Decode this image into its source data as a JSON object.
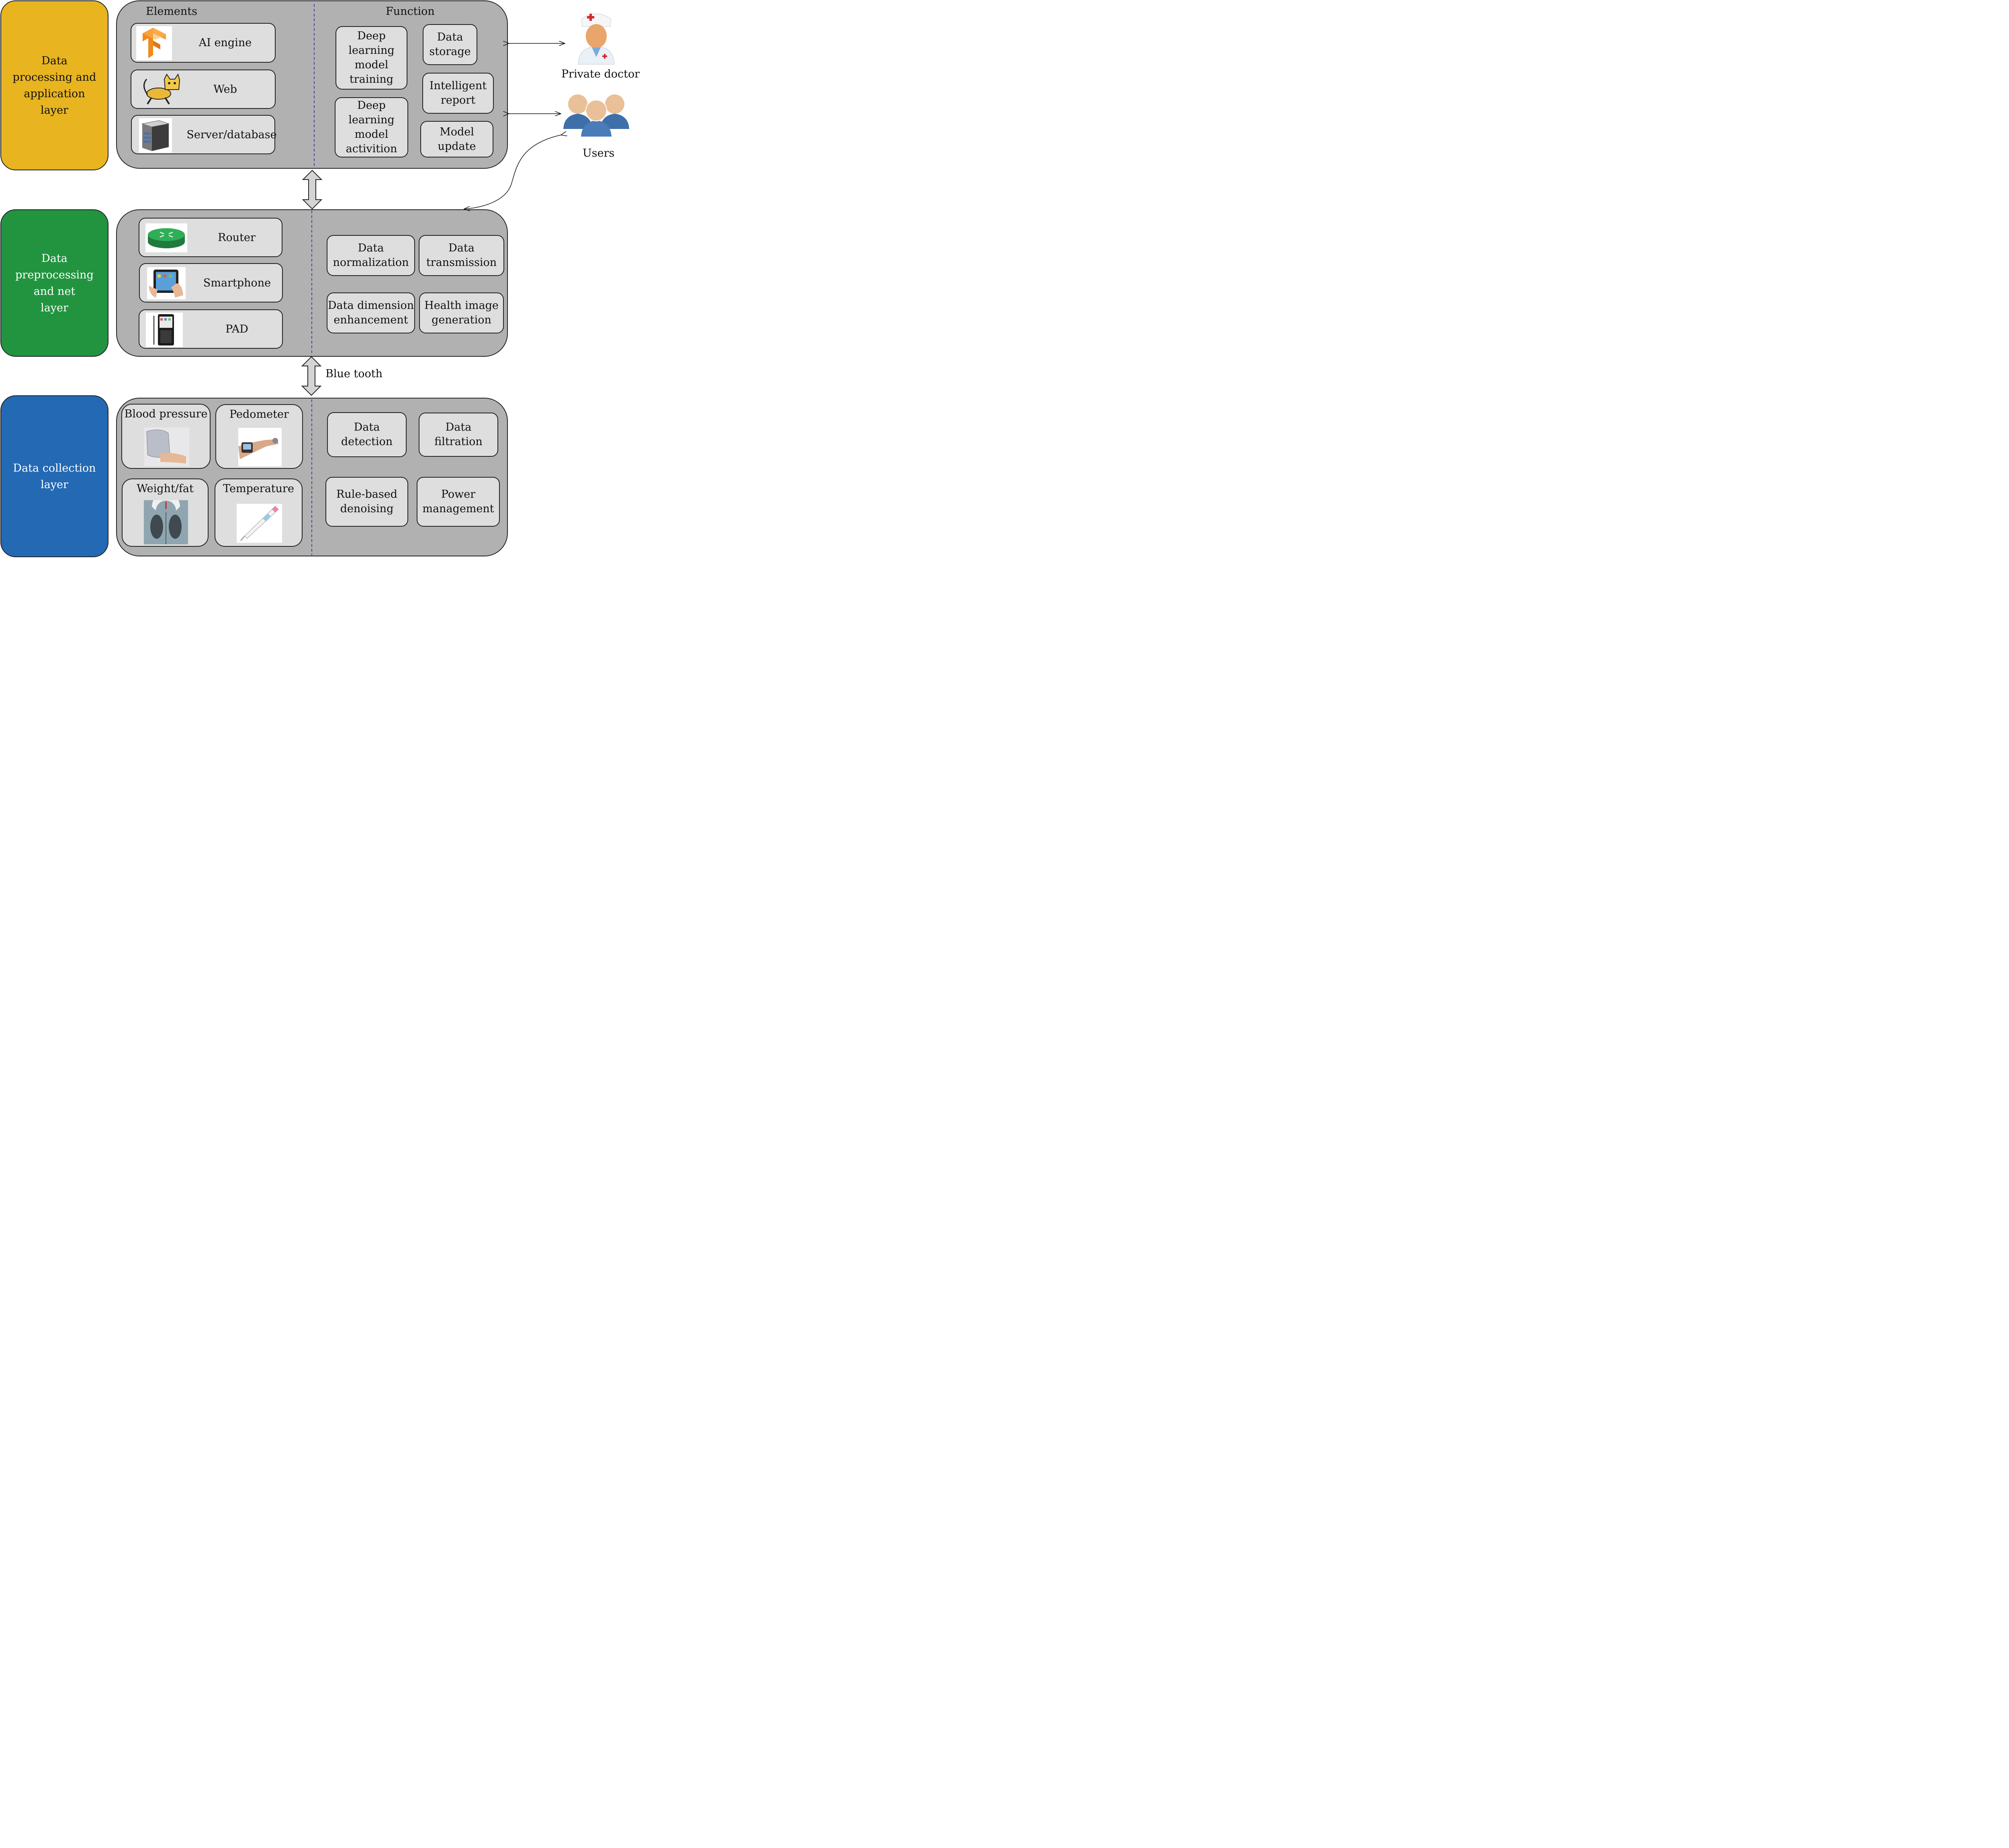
{
  "layers": {
    "application": "Data\nprocessing and\napplication\nlayer",
    "preprocessing": "Data\npreprocessing\nand net\nlayer",
    "collection": "Data collection\nlayer"
  },
  "headers": {
    "elements": "Elements",
    "function": "Function"
  },
  "app_elements": {
    "ai": "AI engine",
    "web": "Web",
    "server": "Server/database"
  },
  "app_functions": {
    "training": "Deep\nlearning\nmodel\ntraining",
    "activation": "Deep\nlearning\nmodel\nactivition",
    "storage": "Data\nstorage",
    "report": "Intelligent\nreport",
    "update": "Model\nupdate"
  },
  "net_elements": {
    "router": "Router",
    "smartphone": "Smartphone",
    "pad": "PAD"
  },
  "net_functions": {
    "normalization": "Data\nnormalization",
    "transmission": "Data\ntransmission",
    "dimension": "Data dimension\nenhancement",
    "health_image": "Health image\ngeneration"
  },
  "sensors": {
    "bp": "Blood pressure",
    "pedometer": "Pedometer",
    "weight": "Weight/fat",
    "temperature": "Temperature"
  },
  "collect_functions": {
    "detection": "Data\ndetection",
    "filtration": "Data\nfiltration",
    "denoising": "Rule-based\ndenoising",
    "power": "Power\nmanagement"
  },
  "connector": {
    "bluetooth": "Blue tooth"
  },
  "actors": {
    "doctor": "Private doctor",
    "users": "Users"
  },
  "colors": {
    "application": "#e8b420",
    "preprocessing": "#229440",
    "collection": "#2369b4",
    "panel": "#b1b1b1",
    "box": "#dedede",
    "divider": "#3a3a9a"
  }
}
